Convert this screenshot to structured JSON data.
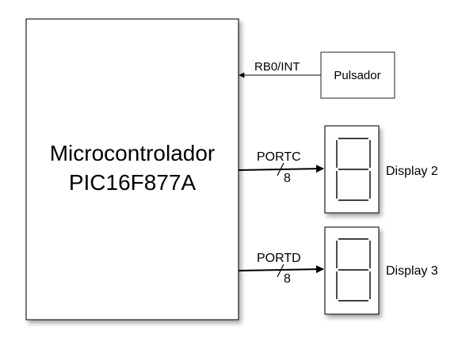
{
  "microcontroller": {
    "line1": "Microcontrolador",
    "line2": "PIC16F877A"
  },
  "input": {
    "signal_label": "RB0/INT",
    "device_label": "Pulsador"
  },
  "outputs": [
    {
      "port_label": "PORTC",
      "bus_width": "8",
      "display_label": "Display 2"
    },
    {
      "port_label": "PORTD",
      "bus_width": "8",
      "display_label": "Display 3"
    }
  ]
}
